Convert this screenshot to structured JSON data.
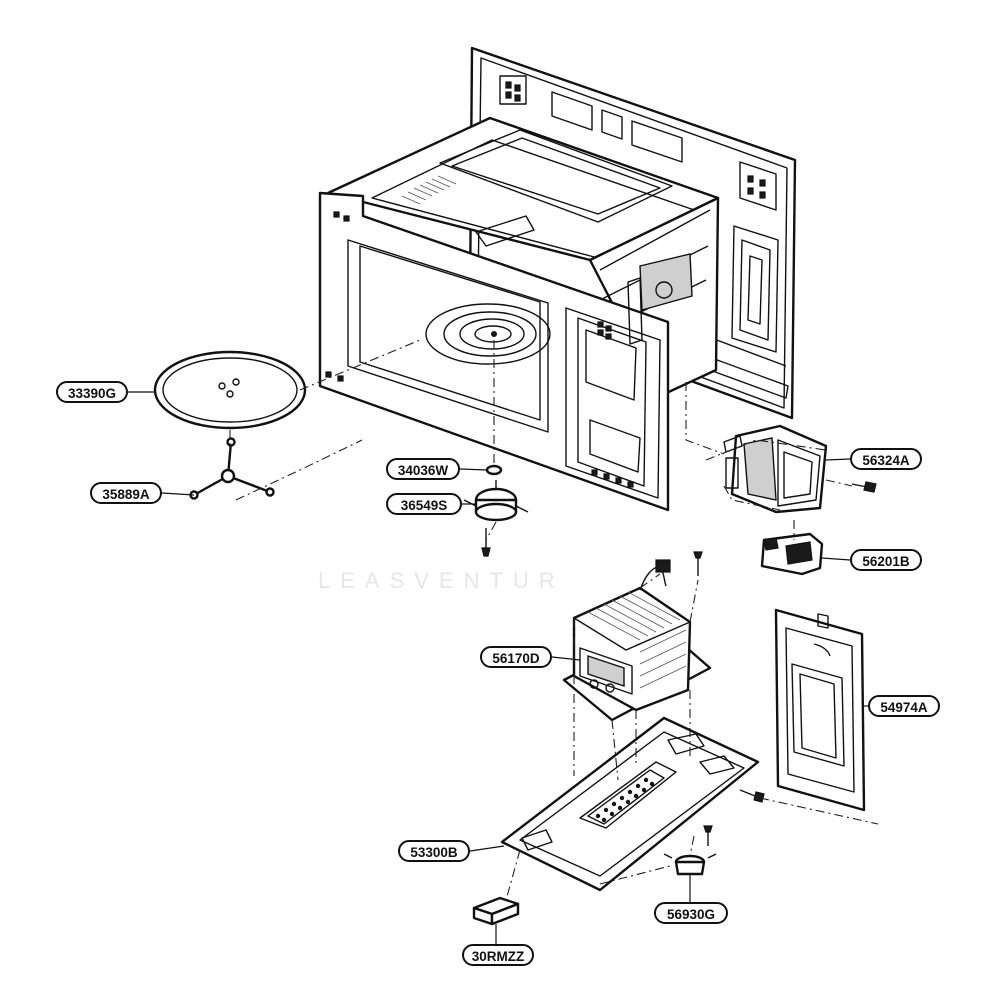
{
  "diagram": {
    "type": "exploded parts diagram",
    "watermark": "LEASVENTUR",
    "callouts": [
      {
        "id": "33390G",
        "part": "turntable-glass-tray"
      },
      {
        "id": "35889A",
        "part": "roller-guide"
      },
      {
        "id": "34036W",
        "part": "coupler-washer"
      },
      {
        "id": "36549S",
        "part": "turntable-motor"
      },
      {
        "id": "56324A",
        "part": "magnetron"
      },
      {
        "id": "56201B",
        "part": "thermal-protector-block"
      },
      {
        "id": "56170D",
        "part": "high-voltage-transformer"
      },
      {
        "id": "54974A",
        "part": "side-shield-plate"
      },
      {
        "id": "53300B",
        "part": "base-plate"
      },
      {
        "id": "56930G",
        "part": "thermostat"
      },
      {
        "id": "30RMZZ",
        "part": "foot-block"
      }
    ]
  }
}
